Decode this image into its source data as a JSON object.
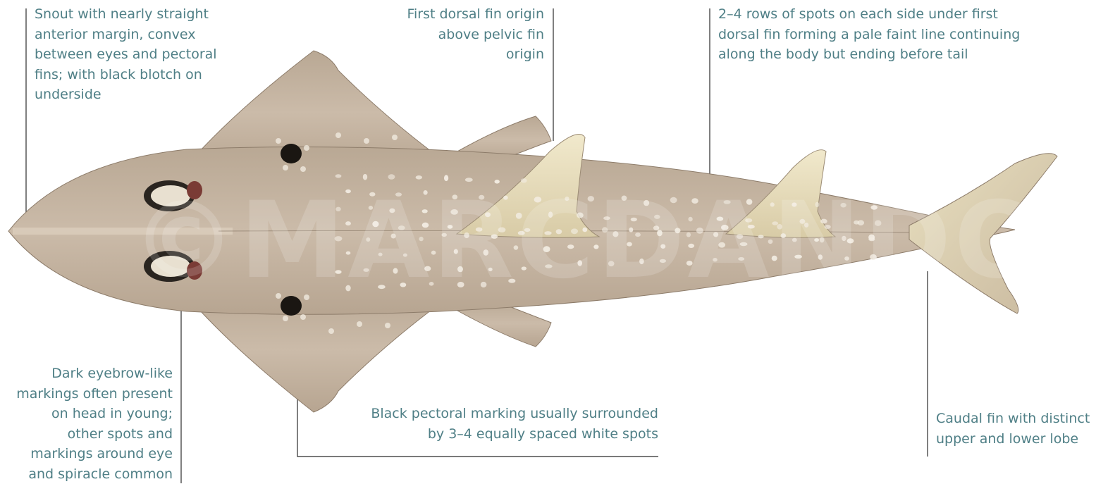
{
  "watermark": "©MARCDANDO",
  "labels": {
    "snout": [
      "Snout with nearly straight",
      "anterior margin, convex",
      "between eyes and pectoral",
      "fins; with black blotch on",
      "underside"
    ],
    "first_dorsal": [
      "First dorsal fin origin",
      "above pelvic fin",
      "origin"
    ],
    "spots": [
      "2–4 rows of spots on each side under first",
      "dorsal fin forming a pale faint line continuing",
      "along the body but ending before tail"
    ],
    "eyebrow": [
      "Dark eyebrow-like",
      "markings often present",
      "on head in young;",
      "other spots and",
      "markings around eye",
      "and spiracle common"
    ],
    "pectoral": [
      "Black pectoral marking usually surrounded",
      "by 3–4 equally spaced white spots"
    ],
    "caudal": [
      "Caudal fin with distinct",
      "upper and lower lobe"
    ]
  },
  "colors": {
    "label_text": "#4f7f86",
    "leader_line": "#2b2b2b",
    "body": "#c4b4a2",
    "fin": "#e1d6b4",
    "dark_marking": "#1a1612"
  }
}
